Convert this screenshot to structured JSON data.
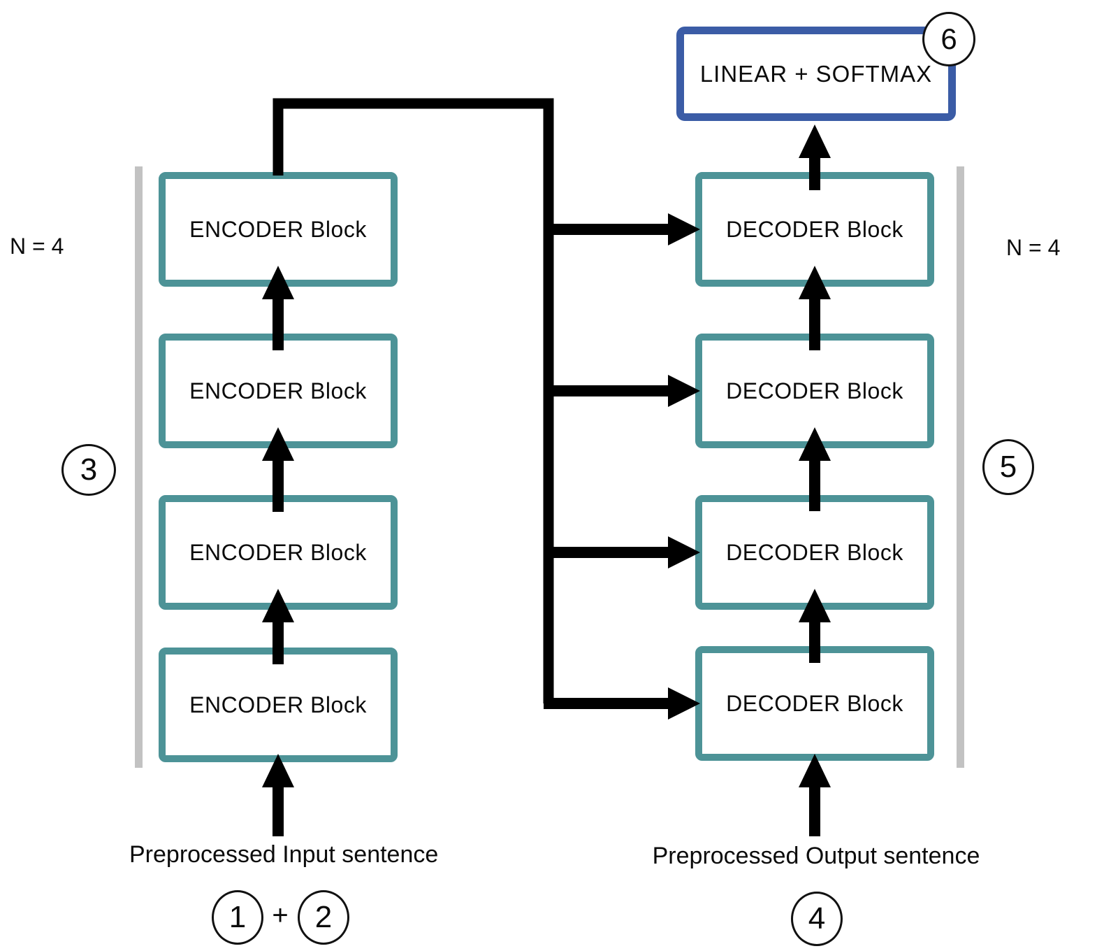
{
  "encoder_stack": {
    "n_label": "N = 4",
    "step_marker": "3",
    "blocks": [
      "ENCODER Block",
      "ENCODER Block",
      "ENCODER Block",
      "ENCODER Block"
    ],
    "input_label": "Preprocessed Input sentence",
    "input_step_markers": {
      "first": "1",
      "plus": "+",
      "second": "2"
    }
  },
  "decoder_stack": {
    "n_label": "N = 4",
    "step_marker": "5",
    "blocks": [
      "DECODER Block",
      "DECODER Block",
      "DECODER Block",
      "DECODER Block"
    ],
    "input_label": "Preprocessed Output sentence",
    "input_step_marker": "4"
  },
  "output_layer": {
    "label": "LINEAR + SOFTMAX",
    "step_marker": "6"
  },
  "colors": {
    "block_border": "#4d9397",
    "output_layer_border": "#3b5ca6",
    "bracket": "#c2c2c2",
    "arrow": "#000000",
    "background": "#ffffff"
  }
}
